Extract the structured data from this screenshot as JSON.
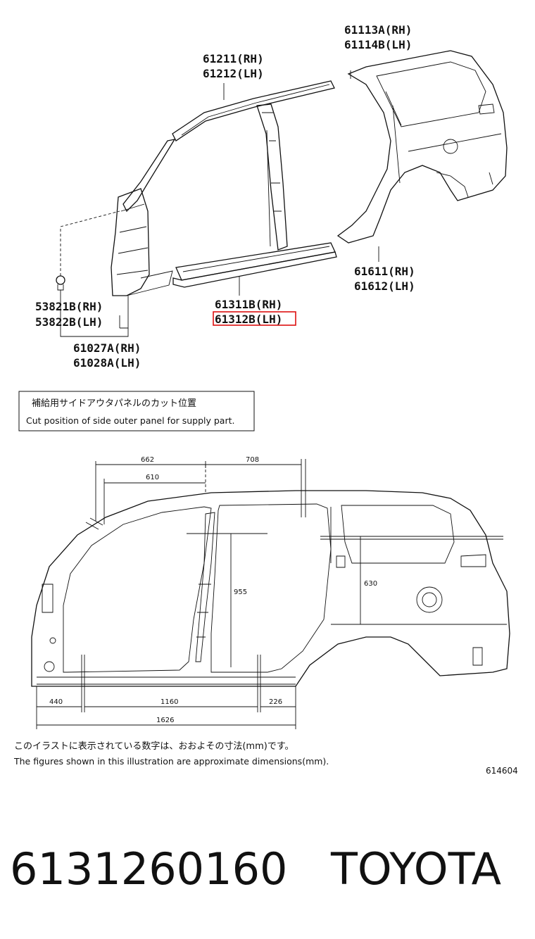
{
  "parts": {
    "roof_side_rh": "61211(RH)",
    "roof_side_lh": "61212(LH)",
    "quarter_rh": "61113A(RH)",
    "quarter_lh": "61114B(LH)",
    "rocker_rh": "61311B(RH)",
    "rocker_lh": "61312B(LH)",
    "rear_lower_rh": "61611(RH)",
    "rear_lower_lh": "61612(LH)",
    "clip_rh": "53821B(RH)",
    "clip_lh": "53822B(LH)",
    "front_pillar_rh": "61027A(RH)",
    "front_pillar_lh": "61028A(LH)"
  },
  "highlight": {
    "color": "#dd1111"
  },
  "caption": {
    "jp": "補給用サイドアウタパネルのカット位置",
    "en": "Cut position of side outer panel for supply part."
  },
  "dimensions": {
    "d662": "662",
    "d708": "708",
    "d610": "610",
    "d955": "955",
    "d630": "630",
    "d440": "440",
    "d1160": "1160",
    "d226": "226",
    "d1626": "1626"
  },
  "footnote": {
    "jp": "このイラストに表示されている数字は、おおよその寸法(mm)です。",
    "en": "The figures shown in this illustration are approximate dimensions(mm)."
  },
  "figure_code": "614604",
  "product": {
    "part_number": "6131260160",
    "brand": "TOYOTA"
  }
}
